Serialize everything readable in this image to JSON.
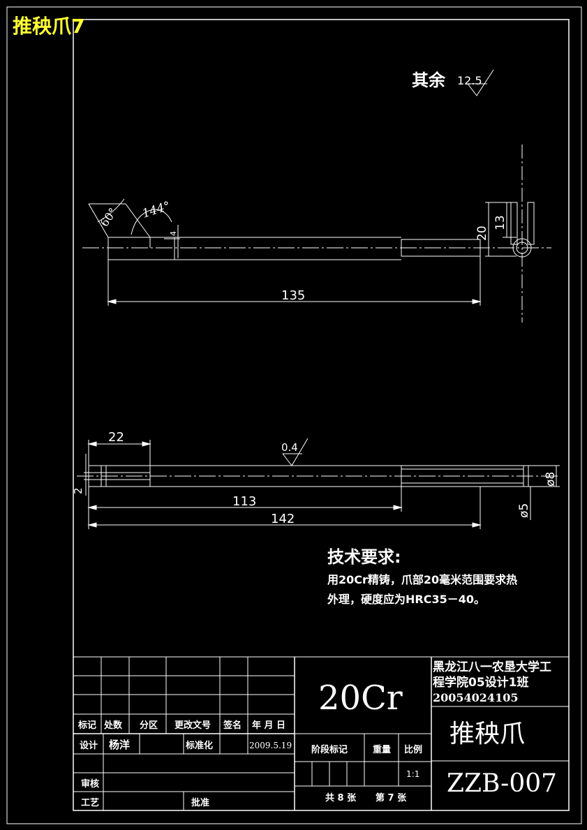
{
  "header": {
    "title": "推秧爪7"
  },
  "roughness": {
    "rest_label": "其余",
    "rest_value": "12.5",
    "surface_value": "0.4"
  },
  "top_view": {
    "angle_60": "60°",
    "angle_144": "144°",
    "dim_4": "4",
    "dim_20": "20",
    "dim_13": "13",
    "dim_135": "135"
  },
  "front_view": {
    "dim_22": "22",
    "dim_2": "2",
    "dim_113": "113",
    "dim_142": "142",
    "dim_d8": "ø8",
    "dim_d5": "ø5"
  },
  "tech_req": {
    "title": "技术要求:",
    "line1": "用20Cr精铸，爪部20毫米范围要求热",
    "line2": "外理，硬度应为HRC35－40。"
  },
  "title_block": {
    "material": "20Cr",
    "school_line1": "黑龙江八一农垦大学工",
    "school_line2": "程学院05设计1班",
    "school_line3": "20054024105",
    "part_name": "推秧爪",
    "drawing_no": "ZZB-007",
    "h_mark": "标记",
    "h_count": "处数",
    "h_zone": "分区",
    "h_change": "更改文号",
    "h_sign": "签名",
    "h_date": "年 月 日",
    "design_label": "设计",
    "designer": "杨洋",
    "standard_label": "标准化",
    "date": "2009.5.19",
    "stage_label": "阶段标记",
    "weight_label": "重量",
    "scale_label": "比例",
    "scale_value": "1:1",
    "review_label": "审核",
    "process_label": "工艺",
    "approve_label": "批准",
    "total_sheets": "共 8 张",
    "sheet_no": "第 7 张"
  }
}
